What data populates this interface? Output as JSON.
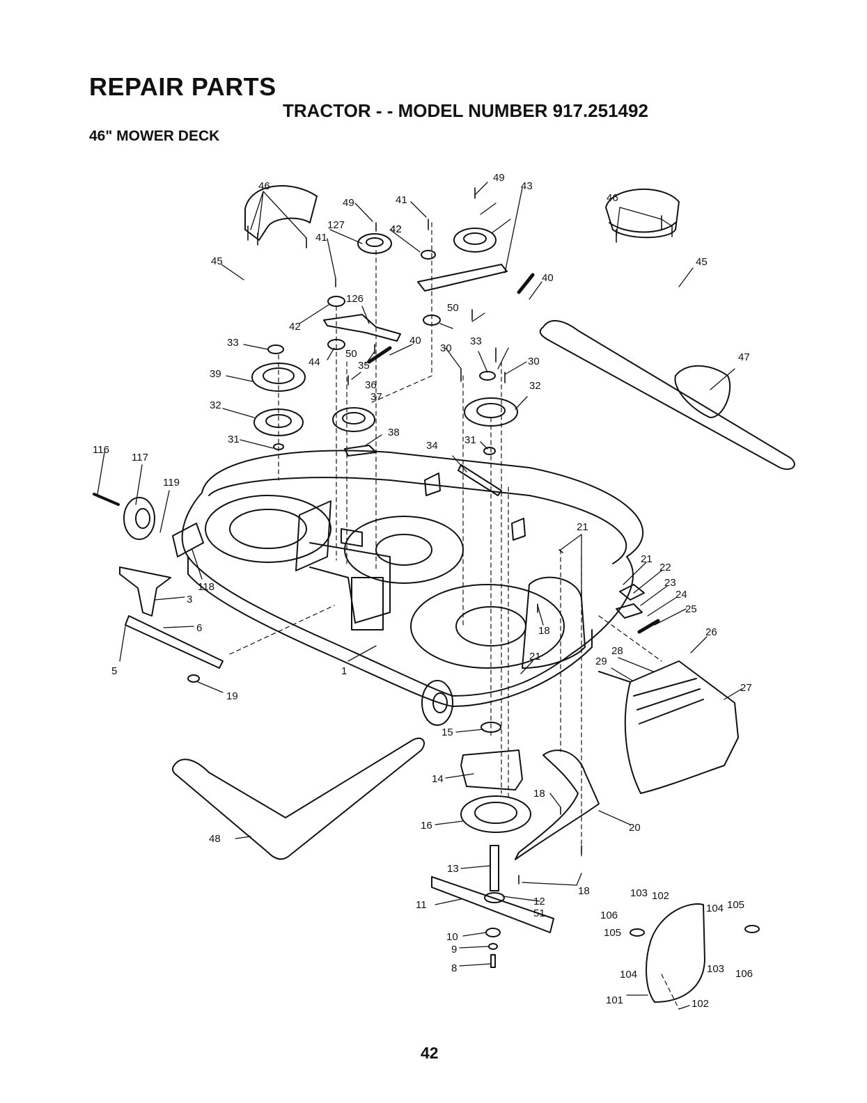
{
  "header": {
    "title": "REPAIR PARTS",
    "subtitle": "TRACTOR - - MODEL NUMBER 917.251492",
    "section": "46\" MOWER DECK"
  },
  "page_number": "42",
  "callouts": [
    "1",
    "3",
    "5",
    "6",
    "8",
    "9",
    "10",
    "11",
    "12",
    "13",
    "14",
    "15",
    "16",
    "18",
    "19",
    "20",
    "21",
    "22",
    "23",
    "24",
    "25",
    "26",
    "27",
    "28",
    "29",
    "30",
    "31",
    "32",
    "33",
    "34",
    "35",
    "36",
    "37",
    "38",
    "39",
    "40",
    "41",
    "42",
    "43",
    "44",
    "45",
    "46",
    "47",
    "48",
    "49",
    "50",
    "51",
    "101",
    "102",
    "103",
    "104",
    "105",
    "106",
    "116",
    "117",
    "118",
    "119",
    "126",
    "127"
  ]
}
